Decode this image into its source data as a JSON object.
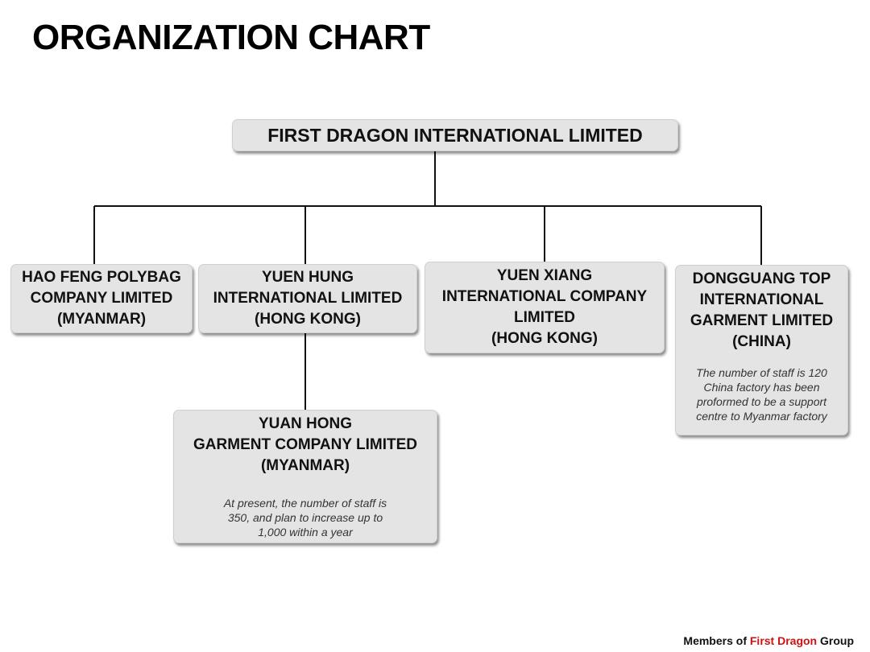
{
  "title": "ORGANIZATION CHART",
  "nodes": {
    "root": {
      "lines": [
        "FIRST DRAGON INTERNATIONAL LIMITED"
      ]
    },
    "hao_feng": {
      "lines": [
        "HAO FENG POLYBAG",
        "COMPANY LIMITED",
        "(MYANMAR)"
      ]
    },
    "yuen_hung": {
      "lines": [
        "YUEN HUNG",
        "INTERNATIONAL LIMITED",
        "(HONG KONG)"
      ]
    },
    "yuen_xiang": {
      "lines": [
        "YUEN XIANG",
        "INTERNATIONAL COMPANY",
        "LIMITED",
        "(HONG KONG)"
      ]
    },
    "dongguang": {
      "lines": [
        "DONGGUANG TOP",
        "INTERNATIONAL",
        "GARMENT LIMITED",
        "(CHINA)"
      ],
      "note": [
        "The number of staff is 120",
        "China factory has been",
        "proformed to be a support",
        "centre to Myanmar factory"
      ]
    },
    "yuan_hong": {
      "lines": [
        "YUAN HONG",
        "GARMENT COMPANY LIMITED",
        "(MYANMAR)"
      ],
      "note": [
        "At present, the number of staff is",
        "350, and plan to increase up to",
        "1,000 within a year"
      ]
    }
  },
  "footer": {
    "prefix": "Members of ",
    "accent": "First Dragon",
    "suffix": " Group"
  },
  "colors": {
    "box_fill": "#e4e4e4",
    "accent": "#cc1111",
    "line": "#111111"
  }
}
